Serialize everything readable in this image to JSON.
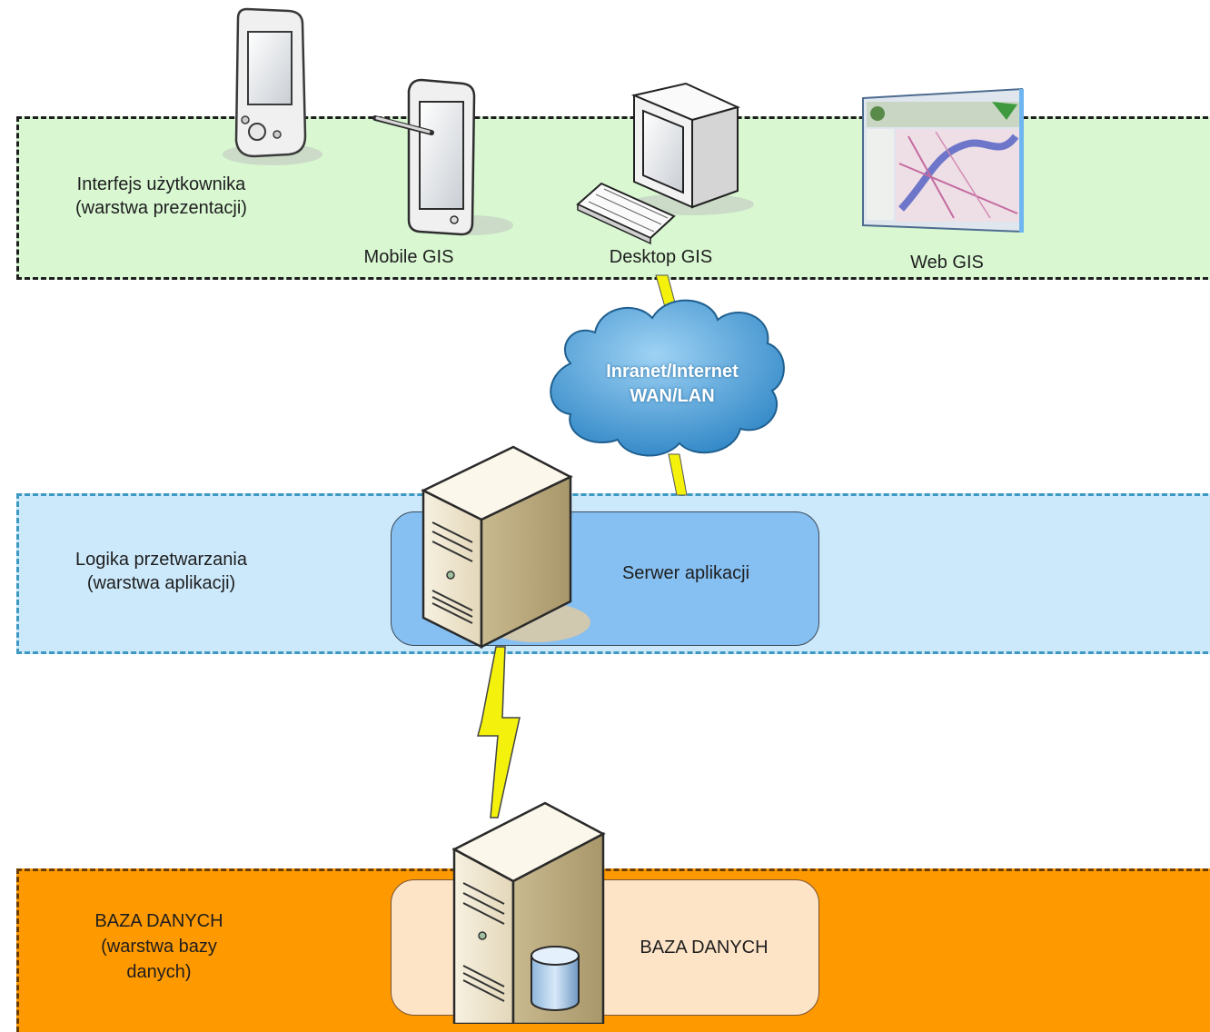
{
  "layers": {
    "presentation": {
      "title": "Interfejs użytkownika",
      "subtitle": "(warstwa prezentacji)",
      "devices": {
        "mobile": "Mobile GIS",
        "desktop": "Desktop GIS",
        "web": "Web GIS"
      }
    },
    "network": {
      "line1": "Inranet/Internet",
      "line2": "WAN/LAN"
    },
    "application": {
      "title": "Logika przetwarzania",
      "subtitle": "(warstwa aplikacji)",
      "server_label": "Serwer aplikacji"
    },
    "database": {
      "title": "BAZA DANYCH",
      "subtitle_line1": "(warstwa bazy",
      "subtitle_line2": "danych)",
      "server_label": "BAZA DANYCH"
    }
  },
  "colors": {
    "presentation_fill": "#d9f8d2",
    "application_fill": "#cce9fb",
    "database_fill": "#ff9900",
    "cloud": "#4a9fd6",
    "lightning": "#f4f20c"
  },
  "icons": [
    "pda-icon",
    "tablet-pen-icon",
    "desktop-computer-icon",
    "web-browser-map-icon",
    "cloud-icon",
    "server-icon",
    "database-server-icon",
    "lightning-link-icon"
  ]
}
